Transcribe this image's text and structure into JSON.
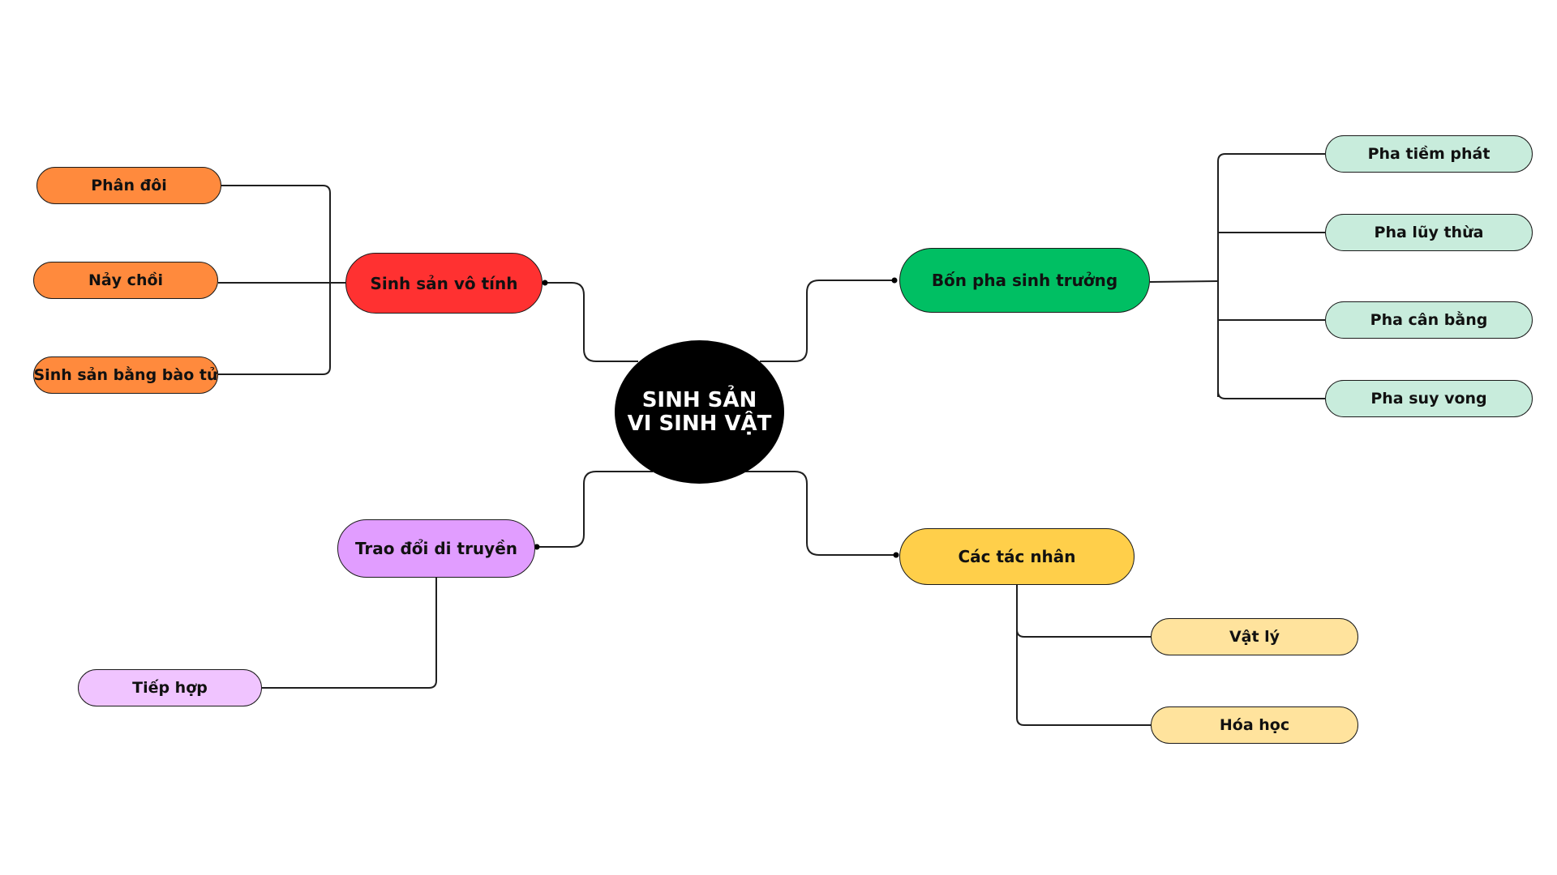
{
  "center": {
    "line1": "SINH SẢN",
    "line2": "VI SINH VẬT"
  },
  "branches": {
    "asexual": {
      "label": "Sinh sản vô tính",
      "children": [
        "Phân đôi",
        "Nảy chồi",
        "Sinh sản bằng bào tử"
      ]
    },
    "phases": {
      "label": "Bốn pha sinh trưởng",
      "children": [
        "Pha tiềm phát",
        "Pha lũy thừa",
        "Pha cân bằng",
        "Pha suy vong"
      ]
    },
    "factors": {
      "label": "Các tác nhân",
      "children": [
        "Vật lý",
        "Hóa học"
      ]
    },
    "genetic": {
      "label": "Trao đổi di truyền",
      "children": [
        "Tiếp hợp"
      ]
    }
  },
  "colors": {
    "center": "#000000",
    "asexual": "#ff3131",
    "asexual_children": "#ff8a3d",
    "phases": "#00bf63",
    "phases_children": "#c8ecdc",
    "factors": "#ffcf4a",
    "factors_children": "#ffe39d",
    "genetic": "#e19dff",
    "genetic_children": "#f0c4ff",
    "connector": "#1f1f1f"
  }
}
